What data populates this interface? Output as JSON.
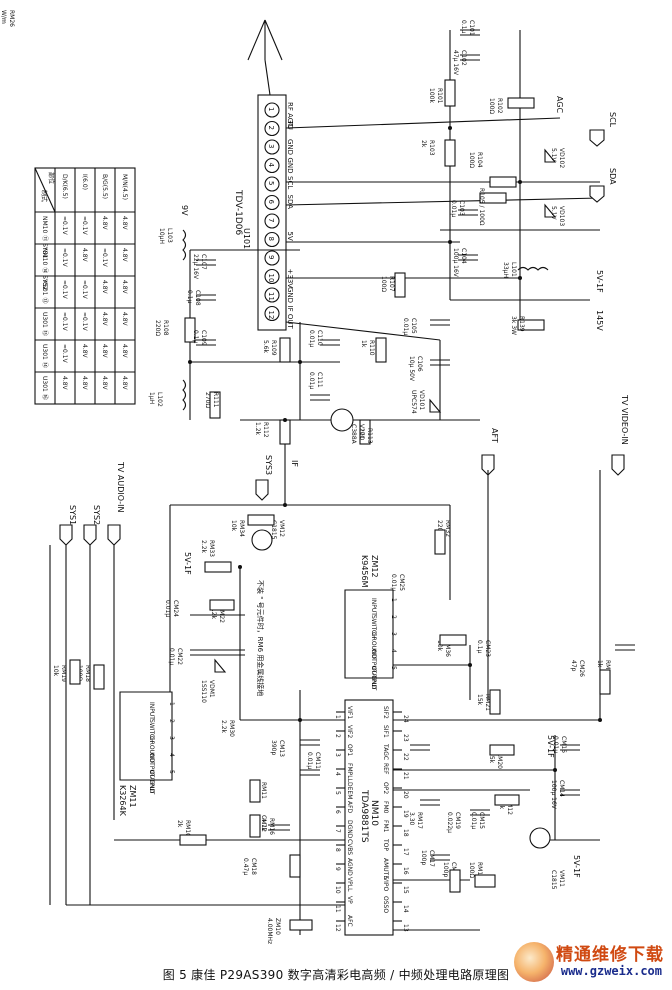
{
  "caption": "图 5 康佳 P29AS390 数字高清彩电高频 / 中频处理电路原理图",
  "watermark": {
    "text": "精通维修下载",
    "url": "www.gzweix.com"
  },
  "tuner": {
    "ref": "U101",
    "model": "TDV-1D06",
    "pins": [
      "RF AGC",
      "TU",
      "GND",
      "GND",
      "SCL",
      "SDA",
      "",
      "5V",
      "",
      "+33V",
      "GND",
      "IF OUT"
    ]
  },
  "if_ic": {
    "ref": "NM10",
    "model": "TDA9881TS",
    "left_pins": [
      "VIF1",
      "VIF2",
      "OP1",
      "FMPLL",
      "DEEM",
      "AFD",
      "DGND",
      "CVBS",
      "AGND",
      "VPLL",
      "VP",
      "AFC"
    ],
    "right_pins": [
      "SIF2",
      "SIF1",
      "TAGC",
      "REF",
      "OP2",
      "FM0",
      "FM1",
      "TOP",
      "AMUTE",
      "VIPO",
      "OSSO",
      ""
    ]
  },
  "saw_filters": [
    {
      "ref": "ZM11",
      "model": "K3264K",
      "pins": [
        "INPUT",
        "SWITCH",
        "GROUND",
        "OUTPUT-GND",
        "OUTPUT"
      ]
    },
    {
      "ref": "ZM12",
      "model": "K9456M",
      "pins": [
        "INPUT",
        "SWITCH",
        "GROUND",
        "OUTPUT-GND",
        "OUTPUT"
      ]
    }
  ],
  "table": {
    "corner_top": "部位",
    "corner_bottom": "制式",
    "columns": [
      "NM10 ⑪ SYS1",
      "NM10 ⑭ SYS2",
      "XS01 ⑬",
      "U301 ⑮",
      "U301 ⑭",
      "U301 ⑯"
    ],
    "rows": [
      {
        "label": "D/K(6.5)",
        "cells": [
          "≈0.1V",
          "≈0.1V",
          "≈0.1V",
          "≈0.1V",
          "≈0.1V",
          "4.8V"
        ]
      },
      {
        "label": "I(6.0)",
        "cells": [
          "≈0.1V",
          "4.8V",
          "≈0.1V",
          "≈0.1V",
          "4.8V",
          "4.8V"
        ]
      },
      {
        "label": "B/G(5.5)",
        "cells": [
          "4.8V",
          "≈0.1V",
          "4.8V",
          "4.8V",
          "4.8V",
          "4.8V"
        ]
      },
      {
        "label": "M/N(4.5)",
        "cells": [
          "4.8V",
          "4.8V",
          "4.8V",
          "4.8V",
          "4.8V",
          "4.8V"
        ]
      }
    ]
  },
  "signals": [
    "AGC",
    "SCL",
    "SDA",
    "5V-1F",
    "145V",
    "AFT",
    "TV VIDEO-IN",
    "SYS1",
    "SYS2",
    "TV AUDIO-IN",
    "SYS3",
    "5V-1F",
    "5V-1F",
    "9V",
    "IF"
  ],
  "components": [
    {
      "ref": "C101",
      "value": "0.1μ"
    },
    {
      "ref": "C102",
      "value": "47μ 16V"
    },
    {
      "ref": "R101",
      "value": "100k"
    },
    {
      "ref": "R102",
      "value": "100Ω"
    },
    {
      "ref": "R103",
      "value": "2k"
    },
    {
      "ref": "R104",
      "value": "100Ω"
    },
    {
      "ref": "VD102",
      "value": "5.1V"
    },
    {
      "ref": "R105 / 100Ω",
      "value": ""
    },
    {
      "ref": "C103",
      "value": "0.01μ"
    },
    {
      "ref": "VD103",
      "value": "5.1V"
    },
    {
      "ref": "C104",
      "value": "100μ 16V"
    },
    {
      "ref": "L101",
      "value": "33μH"
    },
    {
      "ref": "R107",
      "value": "100Ω"
    },
    {
      "ref": "R139",
      "value": "3k 3W"
    },
    {
      "ref": "C105",
      "value": "0.01μ"
    },
    {
      "ref": "C106",
      "value": "10μ 50V"
    },
    {
      "ref": "VD101",
      "value": "UPC574"
    },
    {
      "ref": "L103",
      "value": "10μH"
    },
    {
      "ref": "C107",
      "value": "22μ 16V"
    },
    {
      "ref": "C108",
      "value": "0.1μ"
    },
    {
      "ref": "R108",
      "value": "220Ω"
    },
    {
      "ref": "C109",
      "value": "0.1μ"
    },
    {
      "ref": "R109",
      "value": "5.6k"
    },
    {
      "ref": "C110",
      "value": "0.01μ"
    },
    {
      "ref": "R110",
      "value": "1k"
    },
    {
      "ref": "L102",
      "value": "1μH"
    },
    {
      "ref": "R111",
      "value": "270Ω"
    },
    {
      "ref": "C111",
      "value": "0.01μ"
    },
    {
      "ref": "V101",
      "value": "C388A"
    },
    {
      "ref": "R112",
      "value": "1.2k"
    },
    {
      "ref": "R113",
      "value": "27Ω"
    },
    {
      "ref": "RM34",
      "value": "10k"
    },
    {
      "ref": "RM33",
      "value": "2.2k"
    },
    {
      "ref": "VM12",
      "value": "C1815"
    },
    {
      "ref": "RM32",
      "value": "220Ω"
    },
    {
      "ref": "CM24",
      "value": "0.01μ"
    },
    {
      "ref": "RM22",
      "value": "2.2k"
    },
    {
      "ref": "CM22",
      "value": "0.01μ"
    },
    {
      "ref": "VDM1",
      "value": "1SS110"
    },
    {
      "ref": "RM36",
      "value": "10k"
    },
    {
      "ref": "CM25",
      "value": "0.01μ"
    },
    {
      "ref": "CM23",
      "value": "0.1μ"
    },
    {
      "ref": "RM21",
      "value": "15k"
    },
    {
      "ref": "RM20",
      "value": "15k"
    },
    {
      "ref": "CM16",
      "value": "0.01μ"
    },
    {
      "ref": "CM26",
      "value": "47p"
    },
    {
      "ref": "RM70",
      "value": "1k"
    },
    {
      "ref": "CM14",
      "value": "100μ 16V"
    },
    {
      "ref": "VM11",
      "value": "C1815"
    },
    {
      "ref": "RM19",
      "value": "10k"
    },
    {
      "ref": "RM18",
      "value": "100Ω"
    },
    {
      "ref": "RM10",
      "value": "2k"
    },
    {
      "ref": "CM13",
      "value": "390p"
    },
    {
      "ref": "CM11",
      "value": "0.01μ"
    },
    {
      "ref": "RM11",
      "value": "1k"
    },
    {
      "ref": "CM12",
      "value": "0.01μ"
    },
    {
      "ref": "RM16",
      "value": "4.7k"
    },
    {
      "ref": "CM18",
      "value": "0.47μ"
    },
    {
      "ref": "RM12",
      "value": "30k"
    },
    {
      "ref": "RM17",
      "value": "3.30"
    },
    {
      "ref": "CM19",
      "value": "0.022μ"
    },
    {
      "ref": "CM15",
      "value": "0.01μ"
    },
    {
      "ref": "CM17",
      "value": "100p"
    },
    {
      "ref": "CM21",
      "value": "100p"
    },
    {
      "ref": "RM14",
      "value": "100Ω"
    },
    {
      "ref": "ZM10",
      "value": "4.00MHz"
    },
    {
      "ref": "RM30",
      "value": "2.2k"
    },
    {
      "ref": "RM26",
      "value": "W/m"
    }
  ],
  "notes": [
    "不装 \" 号元件时，RM6 用金属线接地"
  ]
}
